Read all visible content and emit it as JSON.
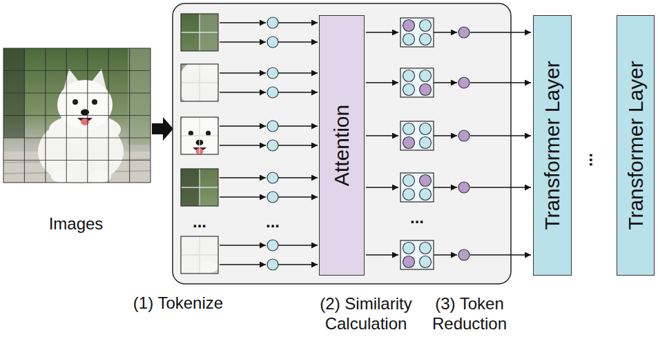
{
  "diagram": {
    "nodes": [
      {
        "text": [
          "Attention"
        ]
      },
      {
        "text": [
          "Transformer Layer"
        ]
      },
      {
        "text": [
          "Transformer Layer"
        ]
      }
    ],
    "labels": [
      "Images",
      "...",
      "...",
      "...",
      "...",
      "(1) Tokenize",
      "(2) Similarity Calculation",
      "(3) Token Reduction"
    ]
  }
}
